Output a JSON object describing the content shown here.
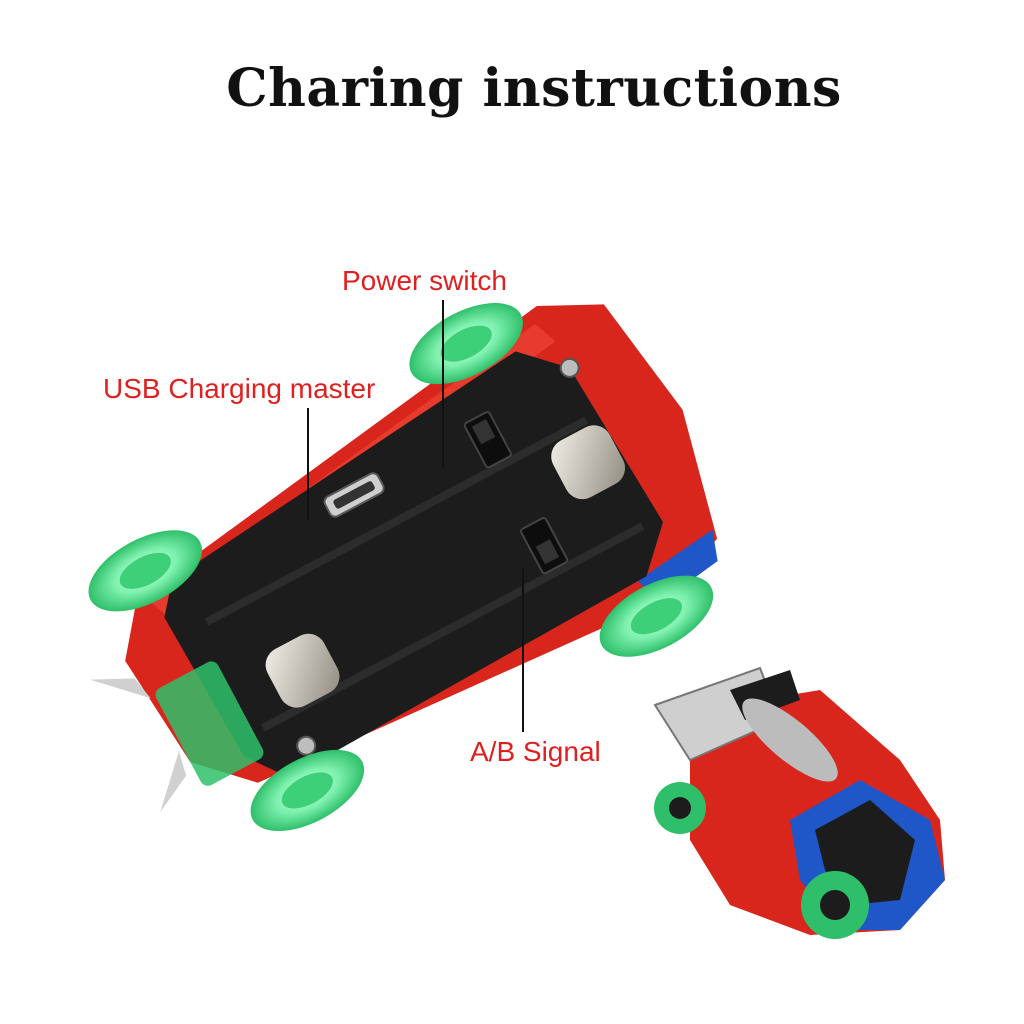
{
  "title": "Charing instructions",
  "labels": {
    "power_switch": "Power switch",
    "usb_charging": "USB Charging master",
    "ab_signal": "A/B Signal"
  },
  "colors": {
    "label_text": "#e02020",
    "title_text": "#111111",
    "car_red": "#d8261c",
    "car_blue": "#1f56c8",
    "wheel_green": "#4fdc8a",
    "chassis_black": "#1c1c1c"
  }
}
